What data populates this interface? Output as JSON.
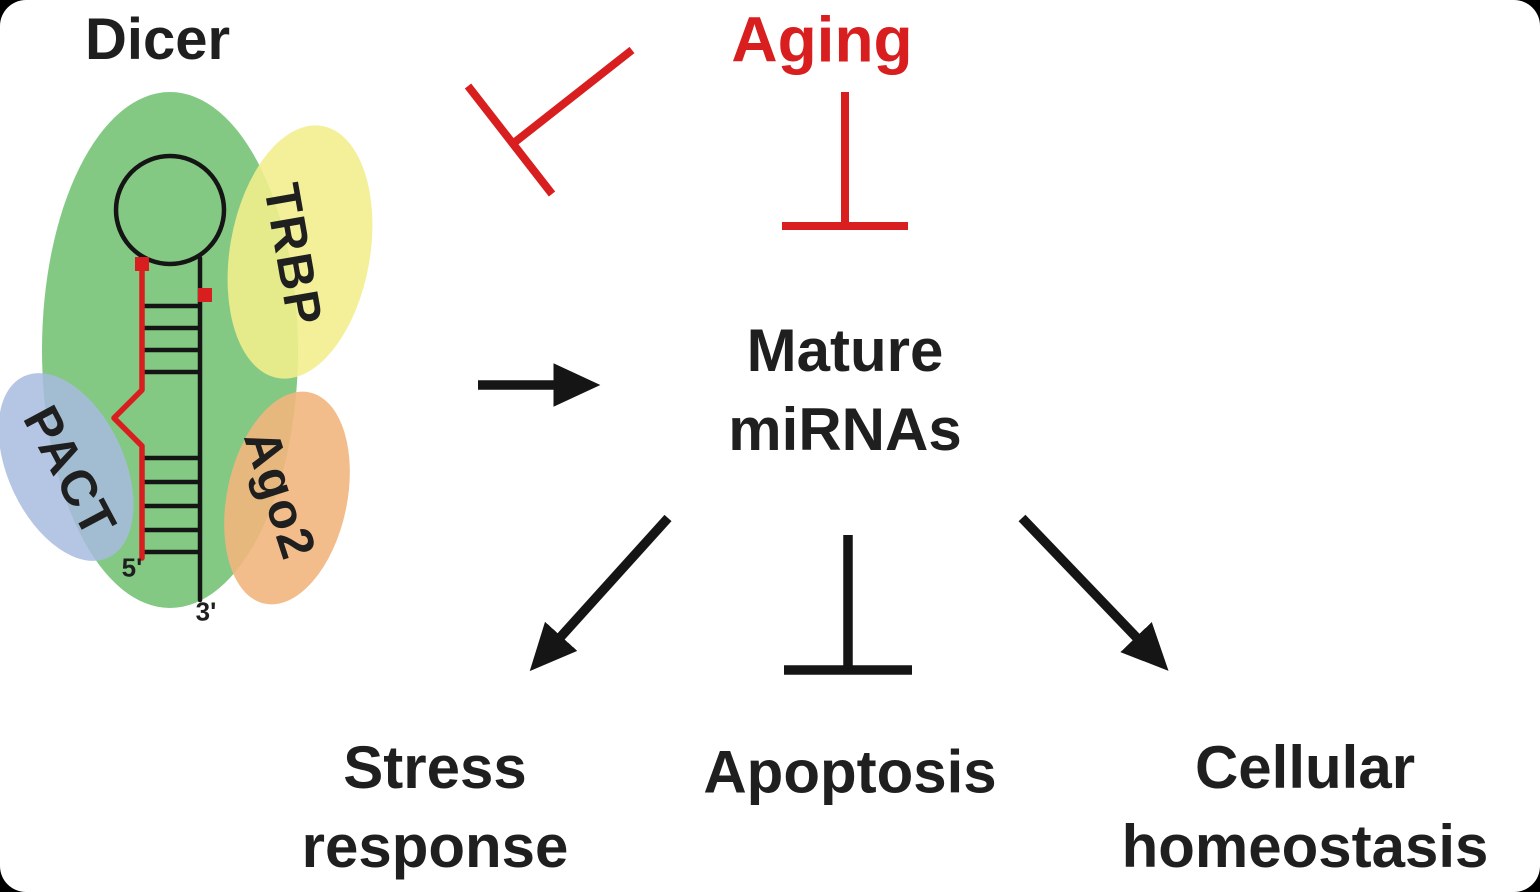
{
  "panel": {
    "bg": "#ffffff",
    "outer_bg": "#000000"
  },
  "colors": {
    "red": "#d81e1e",
    "text": "#1f1f1f",
    "dicer_green": "#7cc67c",
    "trbp_yellow": "#f3ee8c",
    "pact_blue": "#a8bbdf",
    "ago2_orange": "#f1b67d"
  },
  "dicer_complex": {
    "title": "Dicer",
    "proteins": {
      "trbp": "TRBP",
      "pact": "PACT",
      "ago2": "Ago2"
    },
    "rna": {
      "five_prime": "5'",
      "three_prime": "3'"
    }
  },
  "nodes": {
    "aging": "Aging",
    "mature": {
      "line1": "Mature",
      "line2": "miRNAs"
    },
    "stress": {
      "line1": "Stress",
      "line2": "response"
    },
    "apoptosis": "Apoptosis",
    "cellular": {
      "line1": "Cellular",
      "line2": "homeostasis"
    }
  },
  "edges": [
    {
      "from": "aging",
      "to": "dicer-complex",
      "type": "inhibits",
      "color": "red"
    },
    {
      "from": "aging",
      "to": "mature-mirnas",
      "type": "inhibits",
      "color": "red"
    },
    {
      "from": "dicer-complex",
      "to": "mature-mirnas",
      "type": "produces",
      "color": "black"
    },
    {
      "from": "mature-mirnas",
      "to": "stress-response",
      "type": "promotes",
      "color": "black"
    },
    {
      "from": "mature-mirnas",
      "to": "apoptosis",
      "type": "inhibits",
      "color": "black"
    },
    {
      "from": "mature-mirnas",
      "to": "cellular-homeostasis",
      "type": "promotes",
      "color": "black"
    }
  ]
}
